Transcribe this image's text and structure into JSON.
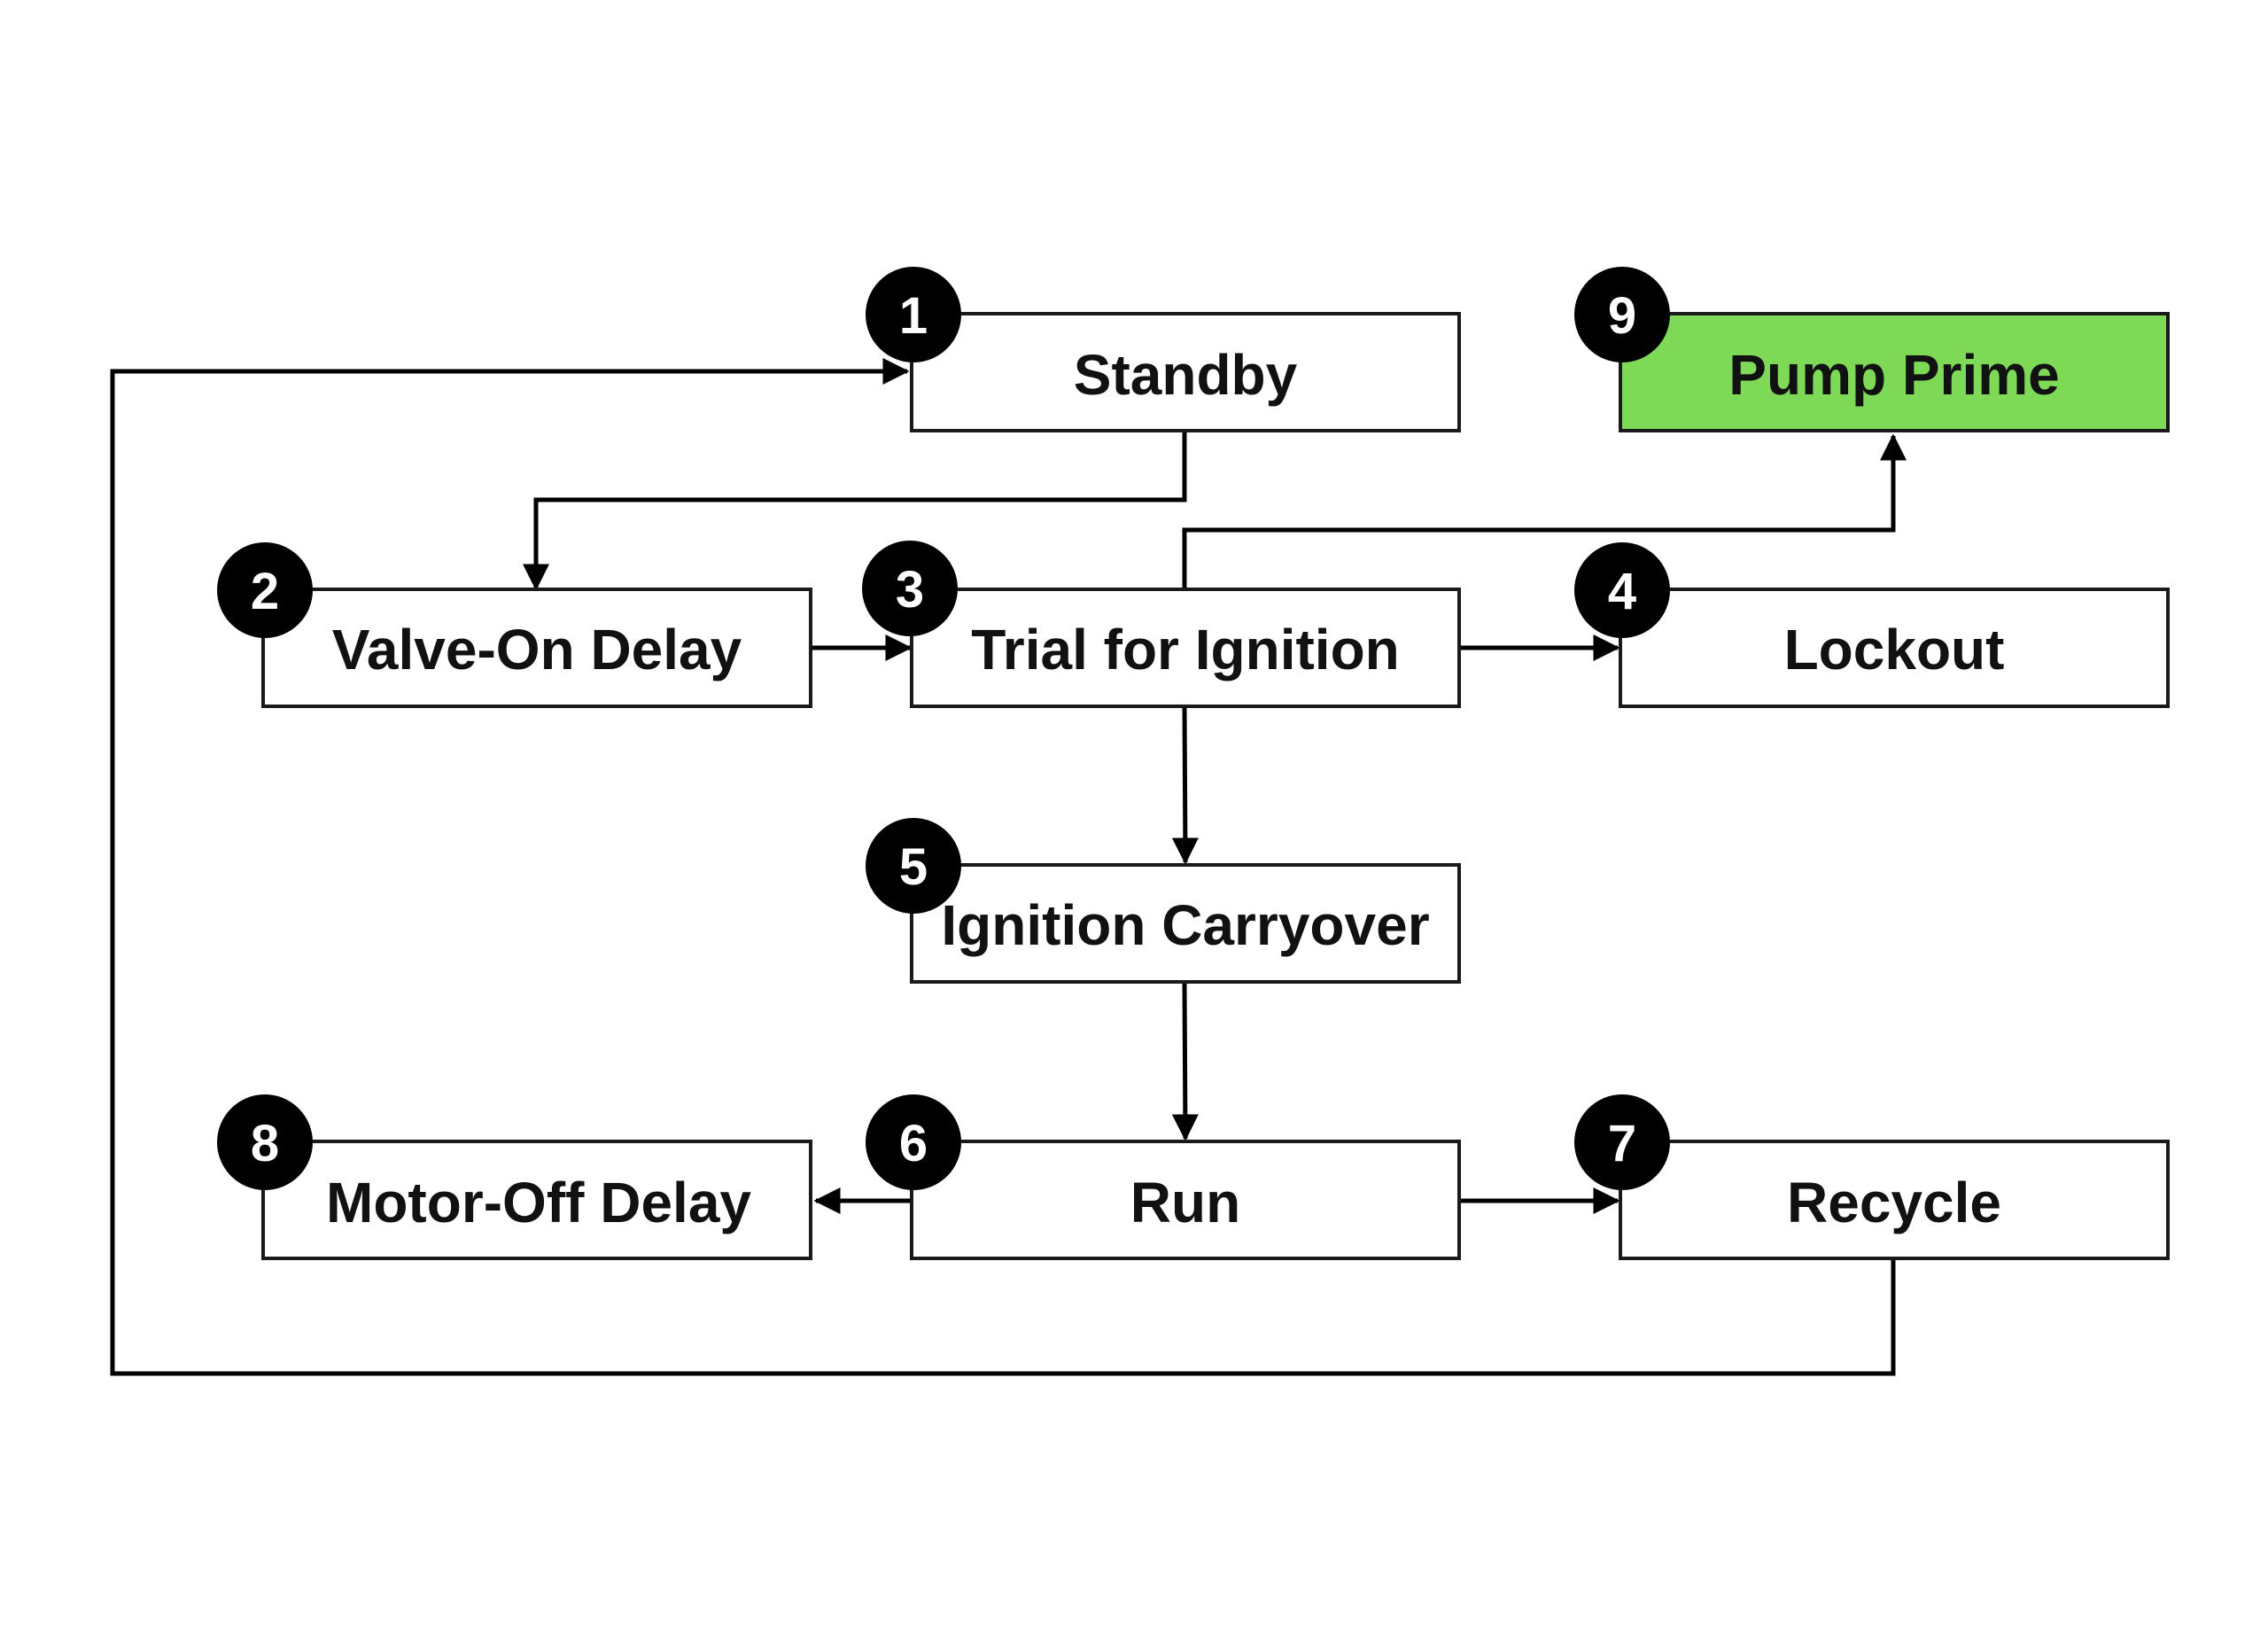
{
  "colors": {
    "background": "#ffffff",
    "box_fill": "#ffffff",
    "box_stroke": "#1a1a1a",
    "highlight_fill": "#7ed957",
    "badge_fill": "#000000",
    "badge_text": "#ffffff",
    "text": "#111111"
  },
  "states": [
    {
      "id": "standby",
      "number": "1",
      "label": "Standby",
      "highlighted": false
    },
    {
      "id": "valve-on-delay",
      "number": "2",
      "label": "Valve-On Delay",
      "highlighted": false
    },
    {
      "id": "trial-for-ignition",
      "number": "3",
      "label": "Trial for Ignition",
      "highlighted": false
    },
    {
      "id": "lockout",
      "number": "4",
      "label": "Lockout",
      "highlighted": false
    },
    {
      "id": "ignition-carryover",
      "number": "5",
      "label": "Ignition Carryover",
      "highlighted": false
    },
    {
      "id": "run",
      "number": "6",
      "label": "Run",
      "highlighted": false
    },
    {
      "id": "recycle",
      "number": "7",
      "label": "Recycle",
      "highlighted": false
    },
    {
      "id": "motor-off-delay",
      "number": "8",
      "label": "Motor-Off Delay",
      "highlighted": false
    },
    {
      "id": "pump-prime",
      "number": "9",
      "label": "Pump Prime",
      "highlighted": true
    }
  ],
  "transitions": [
    {
      "from": "standby",
      "to": "valve-on-delay"
    },
    {
      "from": "valve-on-delay",
      "to": "trial-for-ignition"
    },
    {
      "from": "trial-for-ignition",
      "to": "lockout"
    },
    {
      "from": "trial-for-ignition",
      "to": "pump-prime"
    },
    {
      "from": "trial-for-ignition",
      "to": "ignition-carryover"
    },
    {
      "from": "ignition-carryover",
      "to": "run"
    },
    {
      "from": "run",
      "to": "motor-off-delay"
    },
    {
      "from": "run",
      "to": "recycle"
    },
    {
      "from": "recycle",
      "to": "standby"
    }
  ]
}
